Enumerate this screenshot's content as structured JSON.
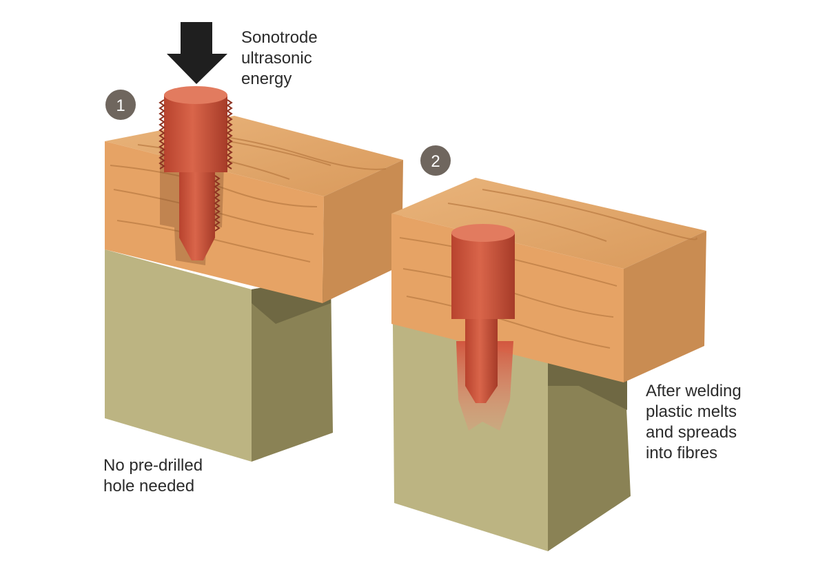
{
  "labels": {
    "sonotrode": [
      "Sonotrode",
      "ultrasonic",
      "energy"
    ],
    "no_predrill": [
      "No pre-drilled",
      "hole needed"
    ],
    "after_welding": [
      "After welding",
      "plastic melts",
      "and spreads",
      "into fibres"
    ]
  },
  "steps": [
    "1",
    "2"
  ],
  "colors": {
    "wood_top": "#e3a86b",
    "wood_front": "#e6a365",
    "wood_side": "#c98c52",
    "base_front": "#bcb482",
    "base_side": "#8a8255",
    "pin": "#c9553c",
    "arrow": "#1f1f1f",
    "badge": "#6f665e"
  }
}
